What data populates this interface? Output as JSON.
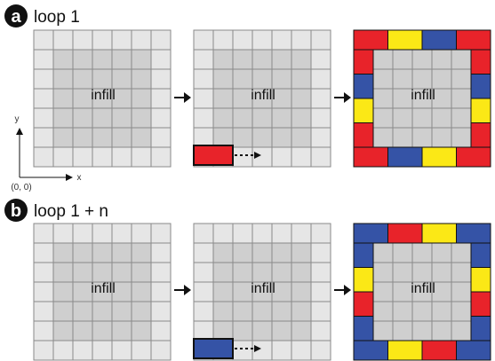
{
  "colors": {
    "border_cell": "#e6e6e6",
    "infill_cell": "#cfcfcf",
    "grid_line": "#8a8a8a",
    "red": "#e8232a",
    "yellow": "#fbe816",
    "blue": "#3553a6",
    "badge": "#111111"
  },
  "axes": {
    "y_label": "y",
    "x_label": "x",
    "origin_label": "(0, 0)"
  },
  "panels": [
    {
      "badge": "a",
      "title": "loop 1",
      "infill_label": "infill",
      "start_tile_color": "red",
      "frame_top": [
        "red",
        "red",
        "yellow",
        "yellow",
        "blue",
        "blue",
        "red",
        "red"
      ],
      "frame_bottom": [
        "red",
        "red",
        "blue",
        "blue",
        "yellow",
        "yellow",
        "red",
        "red"
      ],
      "frame_left": [
        "red",
        "blue",
        "yellow",
        "red"
      ],
      "frame_right": [
        "red",
        "blue",
        "yellow",
        "red"
      ]
    },
    {
      "badge": "b",
      "title": "loop 1 + n",
      "infill_label": "infill",
      "start_tile_color": "blue",
      "frame_top": [
        "blue",
        "blue",
        "red",
        "red",
        "yellow",
        "yellow",
        "blue",
        "blue"
      ],
      "frame_bottom": [
        "blue",
        "blue",
        "yellow",
        "yellow",
        "red",
        "red",
        "blue",
        "blue"
      ],
      "frame_left": [
        "blue",
        "yellow",
        "red",
        "blue"
      ],
      "frame_right": [
        "blue",
        "yellow",
        "red",
        "blue"
      ]
    }
  ]
}
